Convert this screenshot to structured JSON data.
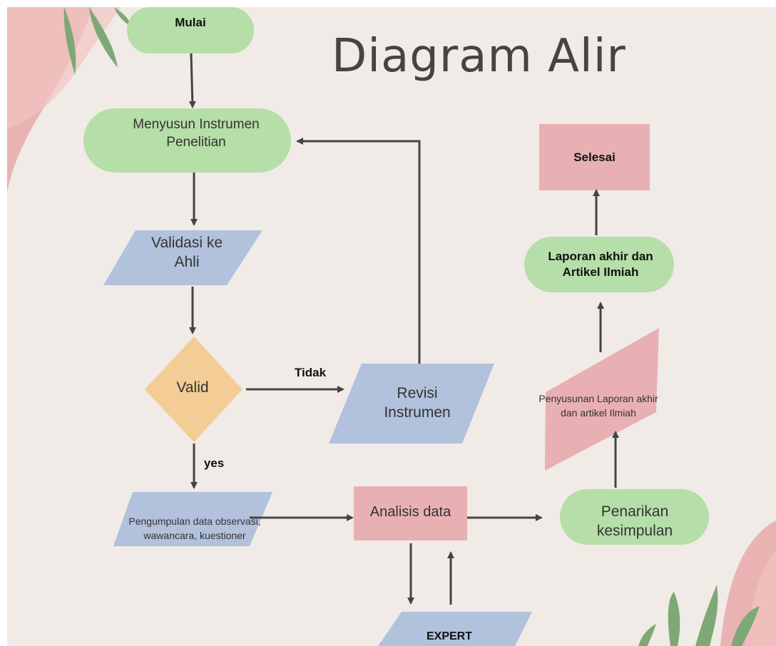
{
  "title": "Diagram Alir",
  "colors": {
    "background": "#f0ebe6",
    "terminal_green": "#b6dea8",
    "parallelogram_blue": "#b2c1dc",
    "process_pink": "#e8b0b3",
    "decision_orange": "#f3cc96",
    "arrow": "#444444",
    "leaf_green": "#7fa877",
    "blob_pink": "#e9a9a9"
  },
  "nodes": {
    "start": "Mulai",
    "menyusun": "Menyusun Instrumen Penelitian",
    "validasi": "Validasi ke Ahli",
    "valid": "Valid",
    "revisi": "Revisi Instrumen",
    "pengumpulan": "Pengumpulan data observasi, wawancara, kuestioner",
    "analisis": "Analisis data",
    "expert": "EXPERT",
    "penarikan": "Penarikan kesimpulan",
    "penyusunan": "Penyusunan Laporan akhir dan artikel Ilmiah",
    "laporan": "Laporan akhir dan Artikel Ilmiah",
    "selesai": "Selesai"
  },
  "edge_labels": {
    "no": "Tidak",
    "yes": "yes"
  }
}
